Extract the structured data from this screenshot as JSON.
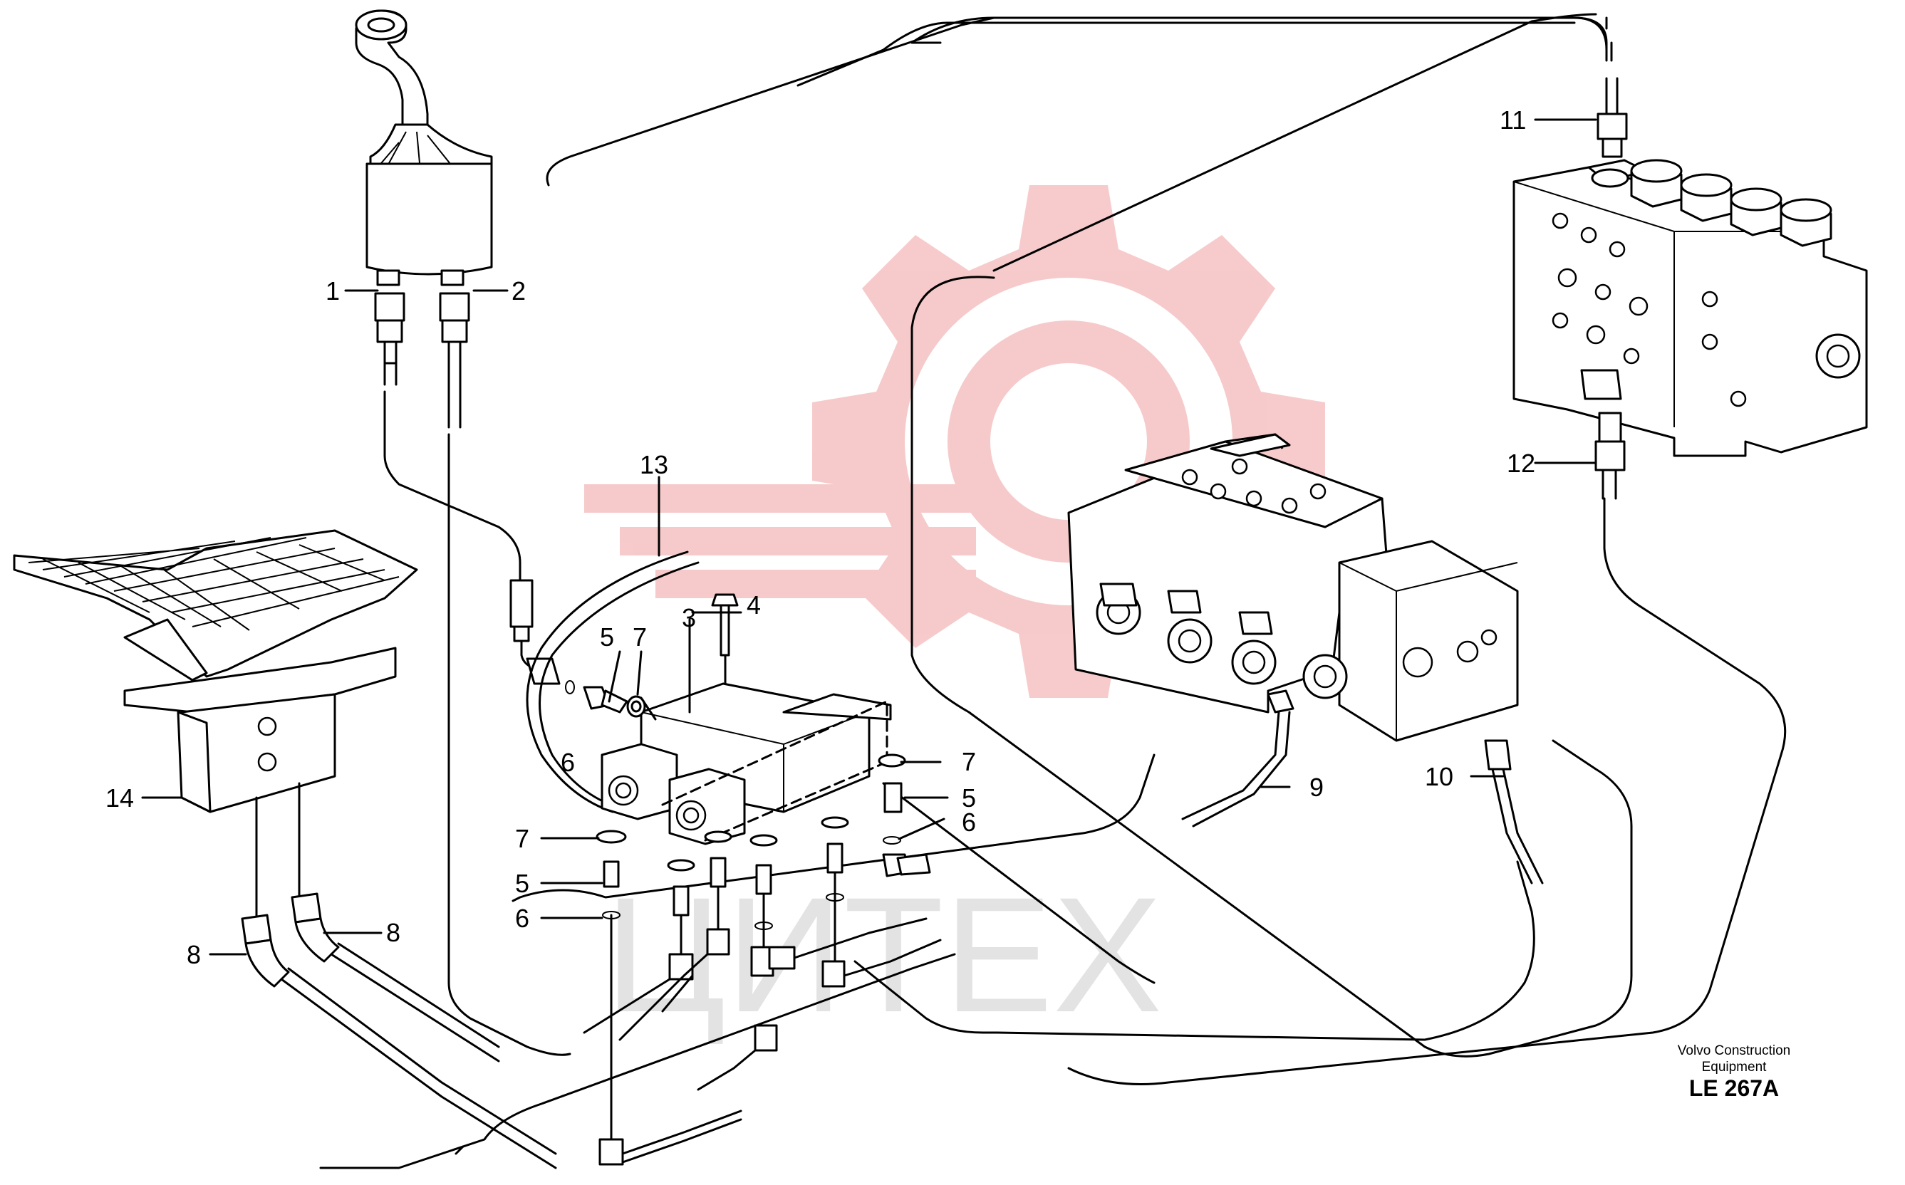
{
  "callouts": [
    {
      "id": "1",
      "text": "1"
    },
    {
      "id": "2",
      "text": "2"
    },
    {
      "id": "3",
      "text": "3"
    },
    {
      "id": "4",
      "text": "4"
    },
    {
      "id": "5a",
      "text": "5"
    },
    {
      "id": "5b",
      "text": "5"
    },
    {
      "id": "5c",
      "text": "5"
    },
    {
      "id": "6a",
      "text": "6"
    },
    {
      "id": "6b",
      "text": "6"
    },
    {
      "id": "6c",
      "text": "6"
    },
    {
      "id": "7a",
      "text": "7"
    },
    {
      "id": "7b",
      "text": "7"
    },
    {
      "id": "7c",
      "text": "7"
    },
    {
      "id": "8a",
      "text": "8"
    },
    {
      "id": "8b",
      "text": "8"
    },
    {
      "id": "9",
      "text": "9"
    },
    {
      "id": "10",
      "text": "10"
    },
    {
      "id": "11",
      "text": "11"
    },
    {
      "id": "12",
      "text": "12"
    },
    {
      "id": "13",
      "text": "13"
    },
    {
      "id": "14",
      "text": "14"
    }
  ],
  "caption": {
    "line1": "Volvo Construction Equipment",
    "code": "LE 267A"
  },
  "watermark": {
    "text": "ЦИТЕХ",
    "gear_color": "#f4b8b8",
    "text_color": "#d8d8d8"
  }
}
